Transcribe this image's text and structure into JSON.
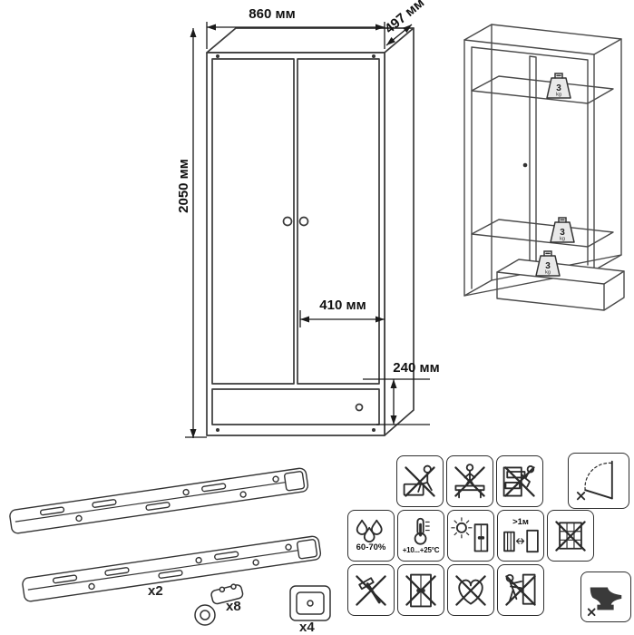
{
  "dimensions": {
    "width": "860 мм",
    "depth": "497 мм",
    "height": "2050 мм",
    "inner_width": "410 мм",
    "drawer_height": "240 мм"
  },
  "load_limits": {
    "w1": {
      "value": "3",
      "unit": "kg"
    },
    "w2": {
      "value": "3",
      "unit": "kg"
    },
    "w3": {
      "value": "3",
      "unit": "kg"
    }
  },
  "hardware": {
    "slides": {
      "icon": "drawer-slide-icon",
      "qty": "x2"
    },
    "hinges": {
      "icon": "cup-hinge-icon",
      "qty": "x8"
    },
    "feet": {
      "icon": "foot-pad-icon",
      "qty": "x4"
    }
  },
  "care_icons": {
    "humidity": {
      "icon": "water-drops-icon",
      "label": "60-70%"
    },
    "temperature": {
      "icon": "thermometer-icon",
      "label": "+10...+25°C"
    },
    "heater_distance": {
      "icon": "radiator-distance-icon",
      "label": ">1м"
    },
    "pictograms": [
      "no-sitting",
      "no-standing",
      "no-child-climbing",
      "door-swing-clearance",
      "humidity-60-70",
      "temperature-plus10-plus25",
      "avoid-direct-sunlight",
      "keep-1m-from-heater",
      "no-glass-impact",
      "no-hammering",
      "no-leaning-on-doors",
      "heart-care",
      "no-pushing",
      "heavy-anvil"
    ]
  }
}
